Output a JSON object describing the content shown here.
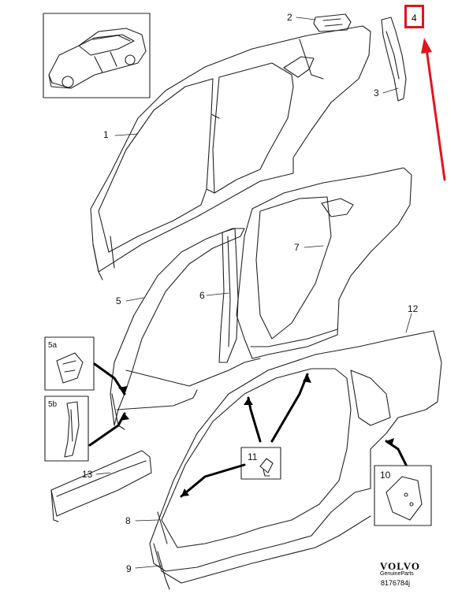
{
  "diagram": {
    "callouts": {
      "c1": "1",
      "c2": "2",
      "c3": "3",
      "c4": "4",
      "c5": "5",
      "c6": "6",
      "c7": "7",
      "c8": "8",
      "c9": "9",
      "c10": "10",
      "c11": "11",
      "c12": "12",
      "c13": "13",
      "c5a": "5a",
      "c5b": "5b"
    },
    "highlight_color": "#e3141b",
    "brand": {
      "name": "VOLVO",
      "subtitle": "GenuineParts",
      "code": "8176784j"
    }
  }
}
